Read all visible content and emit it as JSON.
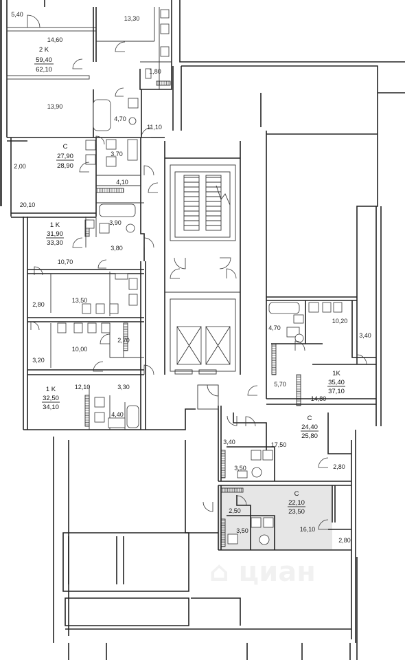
{
  "apartments": [
    {
      "id": "apt-2k",
      "type": "2 K",
      "living_area": "59,40",
      "total_area": "62,10"
    },
    {
      "id": "apt-c1",
      "type": "C",
      "living_area": "27,90",
      "total_area": "28,90"
    },
    {
      "id": "apt-1k-a",
      "type": "1 K",
      "living_area": "31,90",
      "total_area": "33,30"
    },
    {
      "id": "apt-1k-b",
      "type": "1 K",
      "living_area": "32,50",
      "total_area": "34,10"
    },
    {
      "id": "apt-1k-c",
      "type": "1K",
      "living_area": "35,40",
      "total_area": "37,10"
    },
    {
      "id": "apt-c2",
      "type": "C",
      "living_area": "24,40",
      "total_area": "25,80"
    },
    {
      "id": "apt-c3",
      "type": "C",
      "living_area": "22,10",
      "total_area": "23,50",
      "highlighted": true
    }
  ],
  "room_areas": [
    "5,40",
    "13,30",
    "14,60",
    "1,80",
    "13,90",
    "4,70",
    "11,10",
    "3,70",
    "2,00",
    "4,10",
    "20,10",
    "3,90",
    "3,80",
    "10,70",
    "2,80",
    "13,50",
    "2,70",
    "10,00",
    "3,20",
    "12,10",
    "3,30",
    "4,40",
    "4,70",
    "10,20",
    "3,40",
    "5,70",
    "14,80",
    "3,40",
    "17,50",
    "3,50",
    "2,80",
    "2,50",
    "3,50",
    "16,10",
    "2,80"
  ],
  "colors": {
    "highlight": "#e6e6e6",
    "walls": "#222222"
  }
}
